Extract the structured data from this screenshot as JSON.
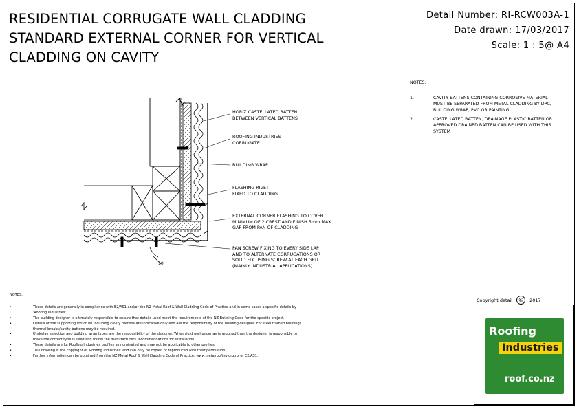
{
  "title": {
    "line1": "RESIDENTIAL CORRUGATE WALL CLADDING",
    "line2": "STANDARD EXTERNAL CORNER FOR VERTICAL",
    "line3": "CLADDING ON CAVITY"
  },
  "meta": {
    "detail": "Detail Number:  RI-RCW003A-1",
    "date": "Date drawn:  17/03/2017",
    "scale": "Scale:   1 : 5@ A4"
  },
  "side_notes": {
    "heading": "NOTES:",
    "items": [
      {
        "num": "1.",
        "text": "CAVITY BATTENS CONTAINING CORROSIVE MATERIAL MUST BE SEPARATED FROM METAL CLADDING BY DPC, BUILDING WRAP, PVC OR PAINTING"
      },
      {
        "num": "2.",
        "text": "CASTELLATED BATTEN, DRAINAGE PLASTIC BATTEN OR APPROVED DRAINED BATTEN CAN BE USED WITH THIS SYSTEM"
      }
    ]
  },
  "callouts": {
    "c1": "HORIZ CASTELLATED BATTEN\nBETWEEN VERTICAL BATTENS",
    "c2": "ROOFING INDUSTRIES\nCORRUGATE",
    "c3": "BUILDING WRAP",
    "c4": "FLASHING RIVET\nFIXED TO CLADDING",
    "c5": "EXTERNAL CORNER FLASHING TO COVER\nMINIMUM OF 2 CREST AND FINISH 5mm MAX\nGAP FROM PAN OF CLADDING",
    "c6": "PAN SCREW FIXING TO EVERY SIDE LAP\nAND TO ALTERNATE CORRUGATIONS OR\nSOLID FIX USING SCREW AT EACH GRIT\n(MAINLY INDUSTRIAL APPLICATIONS)"
  },
  "bottom_notes": {
    "heading": "NOTES:",
    "items": [
      "These details are generally in compliance with E2/AS1 and/or the NZ Metal Roof & Wall Cladding Code of Practice and in some cases a specific details by 'Roofing Industries'.",
      "The building designer is ultimately responsible to ensure that details used meet the requirements of the NZ Building Code for the specific project.",
      "Details of the supporting structure including cavity battens are indicative only and are the responsibility of the building designer. For steel framed buildings thermal breaks/cavity battens may be required.",
      "Underlay selection and building wrap types are the responsibility of the designer. When rigid wall underlay is required then the designer is responsible to make the correct type is used and follow the manufacturers recommendations for installation.",
      "These details are for Roofing Industries profiles as nominated and may not be applicable to other profiles.",
      "This drawing is the copyright of 'Roofing Industries' and can only be copied or reproduced with their permission.",
      "Further information can be obtained from the NZ Metal Roof & Wall Cladding Code of Practice: www.metalroofing.org.nz or E2/AS1."
    ]
  },
  "copyright": {
    "label": "Copyright detail",
    "symbol": "©",
    "year": "2017"
  },
  "logo": {
    "line1": "Roofing",
    "line2": "Industries",
    "line3": "roof.co.nz",
    "green": "#2e8b32",
    "yellow": "#f4d20c"
  }
}
